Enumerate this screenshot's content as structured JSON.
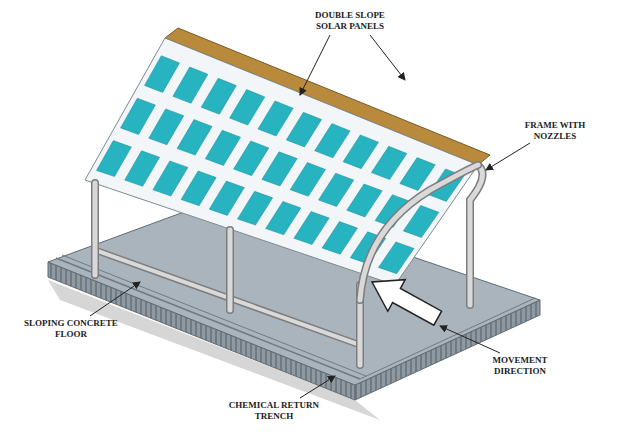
{
  "diagram": {
    "labels": [
      "DOUBLE SLOPE SOLAR PANELS",
      "FRAME WITH NOZZLES",
      "SLOPING CONCRETE FLOOR",
      "MOVEMENT DIRECTION",
      "CHEMICAL RETURN TRENCH"
    ]
  }
}
